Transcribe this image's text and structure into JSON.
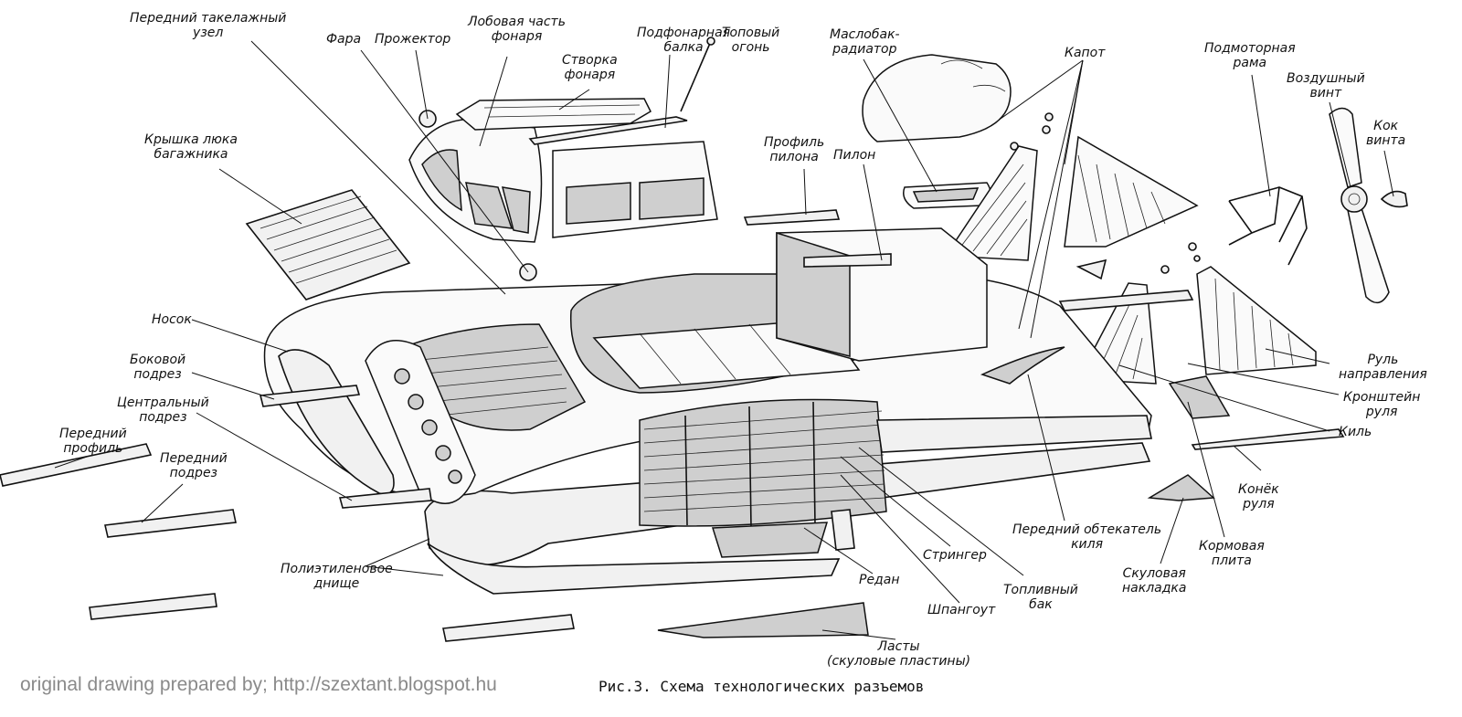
{
  "labels": {
    "front_rigging": [
      "Передний такелажный",
      "узел"
    ],
    "headlight": "Фара",
    "spotlight": "Прожектор",
    "canopy_front": [
      "Лобовая часть",
      "фонаря"
    ],
    "canopy_flap": [
      "Створка",
      "фонаря"
    ],
    "canopy_beam": [
      "Подфонарная",
      "балка"
    ],
    "top_light": [
      "Топовый",
      "огонь"
    ],
    "oil_radiator": [
      "Маслобак-",
      "радиатор"
    ],
    "cowl": "Капот",
    "engine_mount": [
      "Подмоторная",
      "рама"
    ],
    "propeller": [
      "Воздушный",
      "винт"
    ],
    "spinner": [
      "Кок",
      "винта"
    ],
    "trunk_hatch": [
      "Крышка люка",
      "багажника"
    ],
    "pylon_profile": [
      "Профиль",
      "пилона"
    ],
    "pylon": "Пилон",
    "nose": "Носок",
    "side_step": [
      "Боковой",
      "подрез"
    ],
    "center_step": [
      "Центральный",
      "подрез"
    ],
    "front_profile": [
      "Передний",
      "профиль"
    ],
    "front_step": [
      "Передний",
      "подрез"
    ],
    "rudder": [
      "Руль",
      "направления"
    ],
    "rudder_bracket": [
      "Кронштейн",
      "руля"
    ],
    "fin": "Киль",
    "rudder_skid": [
      "Конёк",
      "руля"
    ],
    "fin_fairing": [
      "Передний обтекатель",
      "киля"
    ],
    "stern_plate": [
      "Кормовая",
      "плита"
    ],
    "chine_cover": [
      "Скуловая",
      "накладка"
    ],
    "stringer": "Стрингер",
    "fuel_tank": [
      "Топливный",
      "бак"
    ],
    "frame": "Шпангоут",
    "redan": "Редан",
    "polyethylene_bottom": [
      "Полиэтиленовое",
      "днище"
    ],
    "fins": [
      "Ласты",
      "(скуловые пластины)"
    ]
  },
  "credit": "original drawing prepared by; http://szextant.blogspot.hu",
  "caption": "Рис.3. Схема технологических разъемов"
}
